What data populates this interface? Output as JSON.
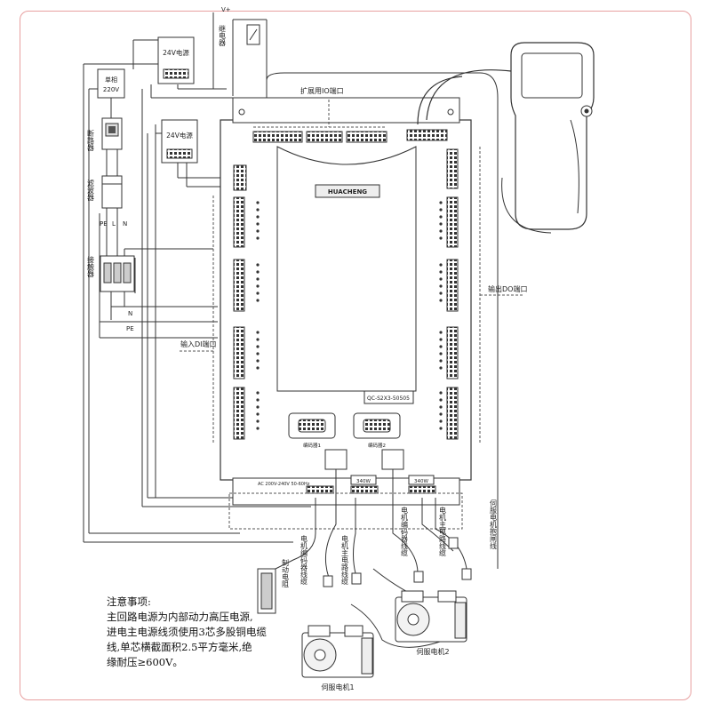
{
  "labels": {
    "single_phase": "单相",
    "voltage_220": "220V",
    "breaker": "断路器",
    "filter": "滤波器",
    "contactor": "接触器",
    "pe": "PE",
    "l": "L",
    "n": "N",
    "psu_24v_a": "24V电源",
    "psu_24v_b": "24V电源",
    "relay": "继电器",
    "vplus": "V+",
    "expansion_io": "扩展用IO端口",
    "brand": "HUACHENG",
    "input_di": "输入DI端口",
    "output_do": "输出DO端口",
    "model": "QC-S2X3-50505",
    "encoder1": "编码器1",
    "encoder2": "编码器2",
    "bottom_terminal": "AC 200V-240V 50-60Hz",
    "drive1": "340W",
    "drive2": "340W",
    "brake_resistor": "制动电阻",
    "motor_encoder_cable": "电机编码器线缆",
    "motor_power_cable": "电机主电路线缆",
    "motor_encoder_cable_2": "电机编码器线缆",
    "motor_power_cable_2": "电机主电路线缆",
    "servo_brake_cable": "伺服电机抱闸线",
    "servo_motor_1": "伺服电机1",
    "servo_motor_2": "伺服电机2"
  },
  "notes": {
    "title": "注意事项:",
    "lines": [
      "主回路电源为内部动力高压电源,",
      "进电主电源线须使用3芯多股铜电缆",
      "线,单芯横截面积2.5平方毫米,绝",
      "缘耐压≥600V。"
    ]
  },
  "colors": {
    "line": "#333333",
    "frame": "#e8a0a0",
    "dashed": "#555555"
  }
}
